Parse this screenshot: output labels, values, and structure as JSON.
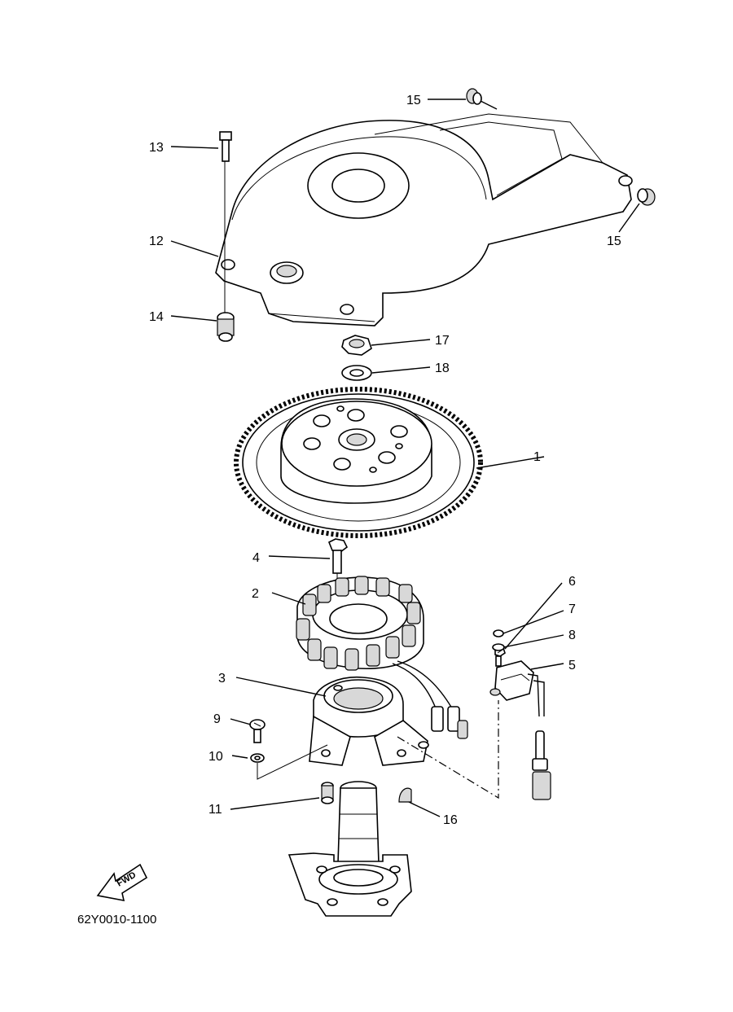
{
  "callouts": {
    "c1": "1",
    "c2": "2",
    "c3": "3",
    "c4": "4",
    "c5": "5",
    "c6": "6",
    "c7": "7",
    "c8": "8",
    "c9": "9",
    "c10": "10",
    "c11": "11",
    "c12": "12",
    "c13": "13",
    "c14": "14",
    "c15a": "15",
    "c15b": "15",
    "c16": "16",
    "c17": "17",
    "c18": "18"
  },
  "fwd_label": "FWD",
  "reference_code": "62Y0010-1100"
}
